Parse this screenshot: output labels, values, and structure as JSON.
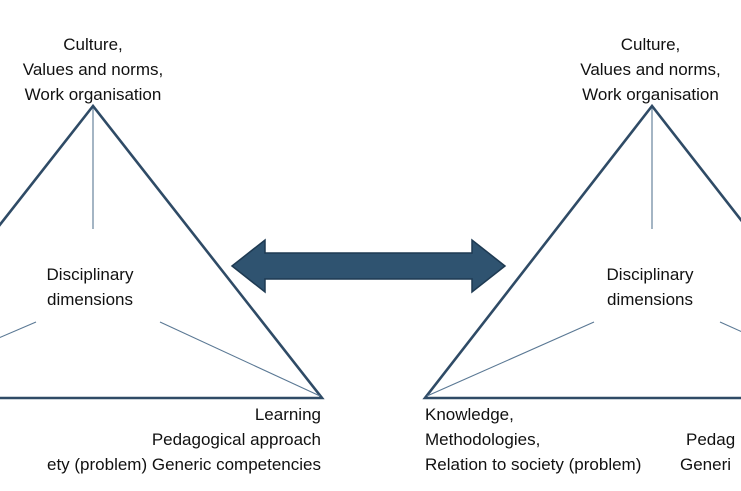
{
  "left_triangle": {
    "top_label": [
      "Culture,",
      "Values and norms,",
      "Work organisation"
    ],
    "center_label": [
      "Disciplinary",
      "dimensions"
    ],
    "bottom_right_label": [
      "Learning",
      "Pedagogical approach",
      "ety (problem) Generic competencies"
    ]
  },
  "right_triangle": {
    "top_label": [
      "Culture,",
      "Values and norms,",
      "Work organisation"
    ],
    "center_label": [
      "Disciplinary",
      "dimensions"
    ],
    "bottom_left_label": [
      "Knowledge,",
      "Methodologies,",
      "Relation to society (problem)"
    ],
    "bottom_right_label": [
      "",
      "Pedag",
      "Generi"
    ]
  },
  "colors": {
    "triangle_stroke": "#2f4b66",
    "inner_line": "#5a7894",
    "arrow_fill": "#2f5370",
    "arrow_stroke": "#1e3a52",
    "text": "#111111",
    "background": "#ffffff"
  },
  "icons": {
    "connector": "double-headed-arrow-icon"
  }
}
